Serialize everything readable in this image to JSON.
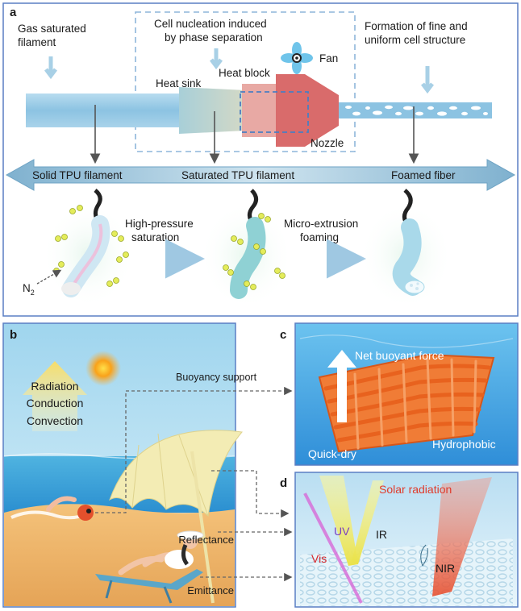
{
  "panel_a": {
    "letter": "a",
    "gas_saturated": [
      "Gas saturated",
      "filament"
    ],
    "cell_nucleation": [
      "Cell nucleation induced",
      "by phase separation"
    ],
    "formation": [
      "Formation of fine and",
      "uniform cell structure"
    ],
    "fan": "Fan",
    "heat_block": "Heat block",
    "heat_sink": "Heat sink",
    "nozzle": "Nozzle",
    "solid_tpu": "Solid TPU filament",
    "saturated_tpu": "Saturated TPU filament",
    "foamed_fiber": "Foamed fiber",
    "high_pressure": [
      "High-pressure",
      "saturation"
    ],
    "micro_extrusion": [
      "Micro-extrusion",
      "foaming"
    ],
    "n2_main": "N",
    "n2_sub": "2"
  },
  "panel_b": {
    "letter": "b",
    "radiation": "Radiation",
    "conduction": "Conduction",
    "convection": "Convection",
    "buoyancy_support": "Buoyancy support",
    "reflectance": "Reflectance",
    "emittance": "Emittance"
  },
  "panel_c": {
    "letter": "c",
    "net_buoyant": "Net buoyant force",
    "quick_dry": "Quick-dry",
    "hydrophobic": "Hydrophobic"
  },
  "panel_d": {
    "letter": "d",
    "solar_radiation": "Solar radiation",
    "uv": "UV",
    "ir": "IR",
    "vis": "Vis",
    "nir": "NIR"
  },
  "colors": {
    "uv": "#7a3fc0",
    "vis": "#d8272c",
    "solar": "#e03a2a",
    "panel_border": "#5a7fc4",
    "filament": "#8cc3e2",
    "nozzle": "#d96b6b"
  }
}
